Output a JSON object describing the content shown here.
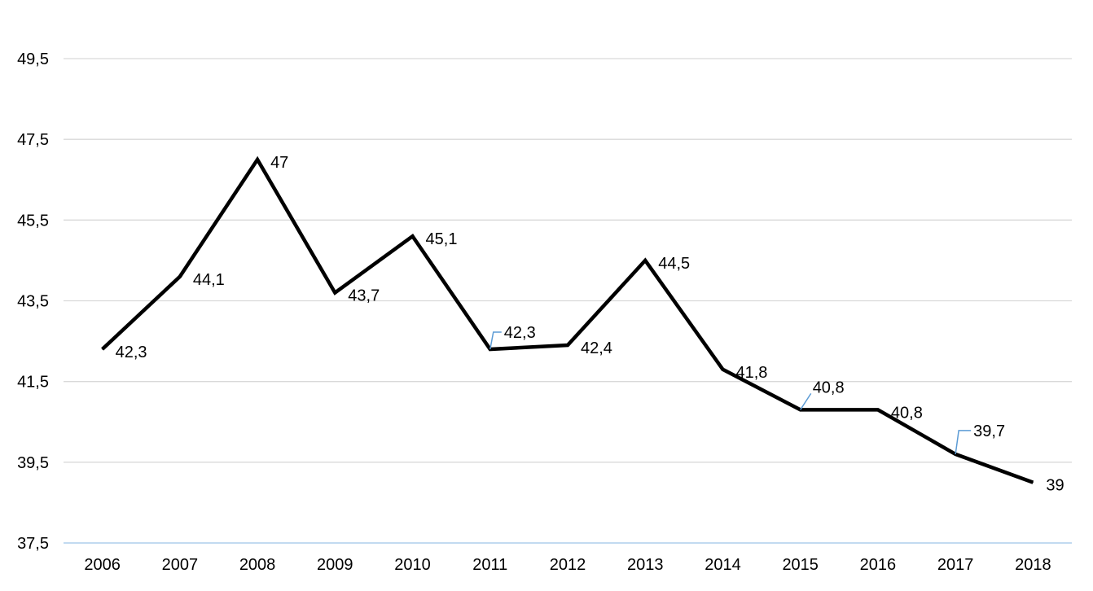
{
  "chart_data": {
    "type": "line",
    "title": "",
    "xlabel": "",
    "ylabel": "",
    "categories": [
      "2006",
      "2007",
      "2008",
      "2009",
      "2010",
      "2011",
      "2012",
      "2013",
      "2014",
      "2015",
      "2016",
      "2017",
      "2018"
    ],
    "series": [
      {
        "name": "",
        "values": [
          42.3,
          44.1,
          47,
          43.7,
          45.1,
          42.3,
          42.4,
          44.5,
          41.8,
          40.8,
          40.8,
          39.7,
          39
        ]
      }
    ],
    "data_labels": [
      "42,3",
      "44,1",
      "47",
      "43,7",
      "45,1",
      "42,3",
      "42,4",
      "44,5",
      "41,8",
      "40,8",
      "40,8",
      "39,7",
      "39"
    ],
    "ylim": [
      37.5,
      49.5
    ],
    "yticks": [
      37.5,
      39.5,
      41.5,
      43.5,
      45.5,
      47.5,
      49.5
    ],
    "ytick_labels": [
      "37,5",
      "39,5",
      "41,5",
      "43,5",
      "45,5",
      "47,5",
      "49,5"
    ],
    "grid": true,
    "legend": "none",
    "colors": {
      "line": "#000000",
      "grid": "#d9d9d9",
      "axis": "#9dc3e6",
      "leader": "#5b9bd5"
    }
  }
}
